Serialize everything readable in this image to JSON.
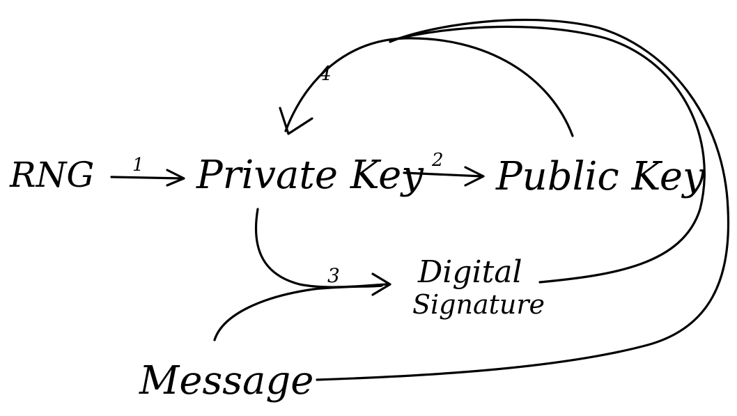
{
  "nodes": {
    "rng": "RNG",
    "private_key": "Private Key",
    "public_key": "Public Key",
    "digital_signature_line1": "Digital",
    "digital_signature_line2": "Signature",
    "message": "Message"
  },
  "edges": {
    "e1": "1",
    "e2": "2",
    "e3": "3",
    "e4": "4"
  }
}
